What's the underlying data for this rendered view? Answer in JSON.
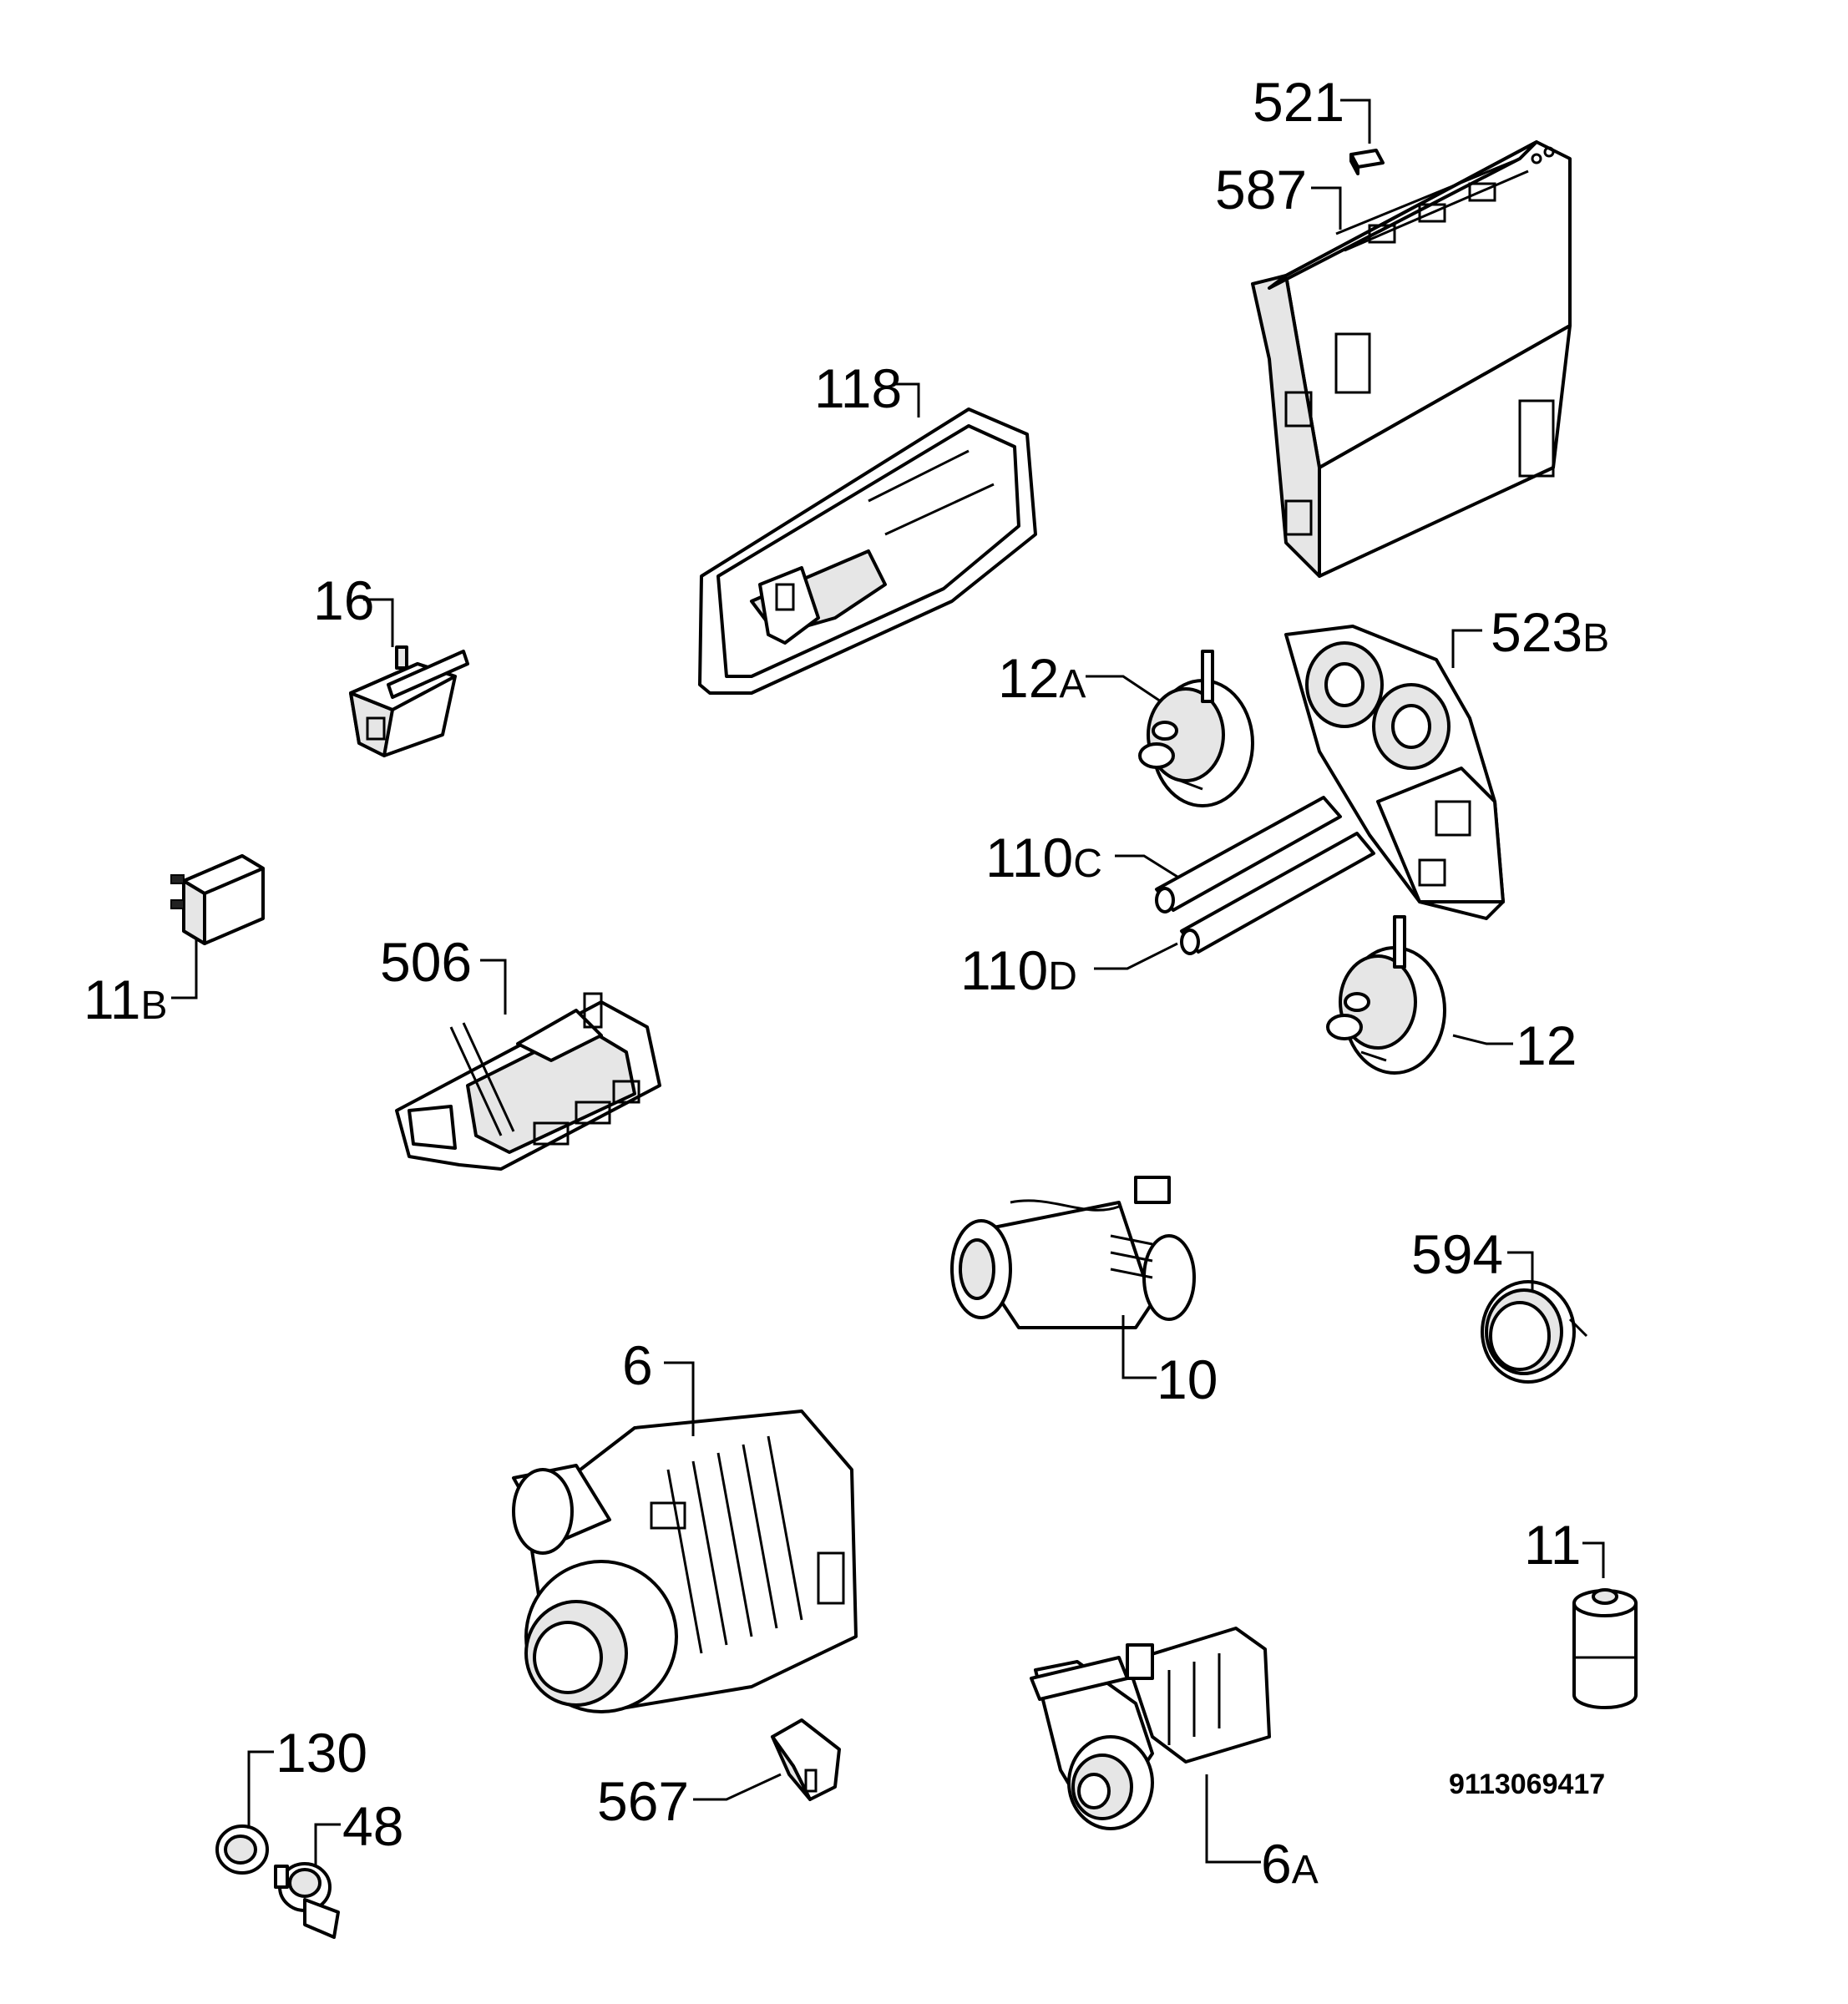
{
  "diagram": {
    "code": "9113069417",
    "labels": {
      "l521": "521",
      "l587": "587",
      "l118": "118",
      "l16": "16",
      "l12a_num": "12",
      "l12a_suf": "A",
      "l523b_num": "523",
      "l523b_suf": "B",
      "l110c_num": "110",
      "l110c_suf": "C",
      "l110d_num": "110",
      "l110d_suf": "D",
      "l11b_num": "11",
      "l11b_suf": "B",
      "l506": "506",
      "l12": "12",
      "l594": "594",
      "l10": "10",
      "l6": "6",
      "l11": "11",
      "l130": "130",
      "l48": "48",
      "l567": "567",
      "l6a_num": "6",
      "l6a_suf": "A"
    }
  }
}
